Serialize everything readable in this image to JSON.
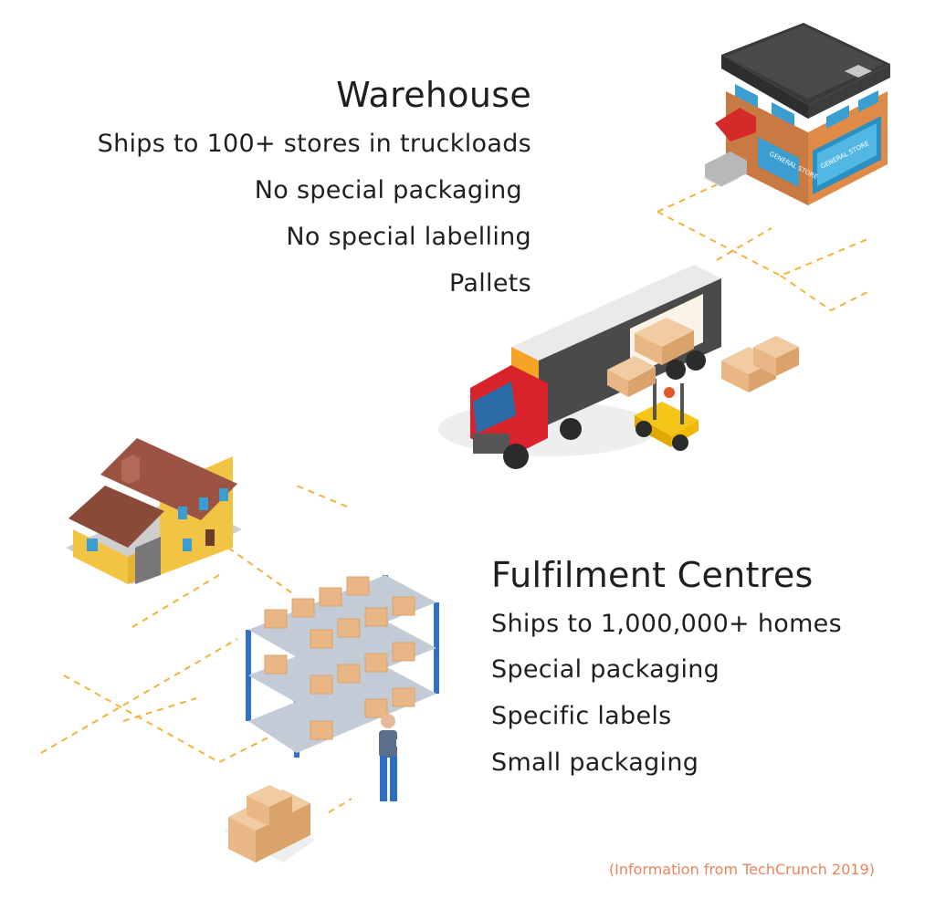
{
  "warehouse": {
    "title": "Warehouse",
    "lines": [
      "Ships to 100+ stores in truckloads",
      "No special packaging",
      "No special labelling",
      "Pallets"
    ]
  },
  "fulfilment": {
    "title": "Fulfilment Centres",
    "lines": [
      "Ships to 1,000,000+ homes",
      "Special packaging",
      "Specific labels",
      "Small packaging"
    ]
  },
  "source_note": "(Information from TechCrunch 2019)",
  "store_sign": "GENERAL STORE",
  "colors": {
    "text": "#1f1f1f",
    "source": "#e8845a",
    "dash": "#f3b23a",
    "truck_cab": "#d8232a",
    "forklift": "#f5c518",
    "house_wall": "#f2c443",
    "house_roof": "#8a4a3a",
    "shelf": "#2f6fd0",
    "box": "#e8b785"
  }
}
